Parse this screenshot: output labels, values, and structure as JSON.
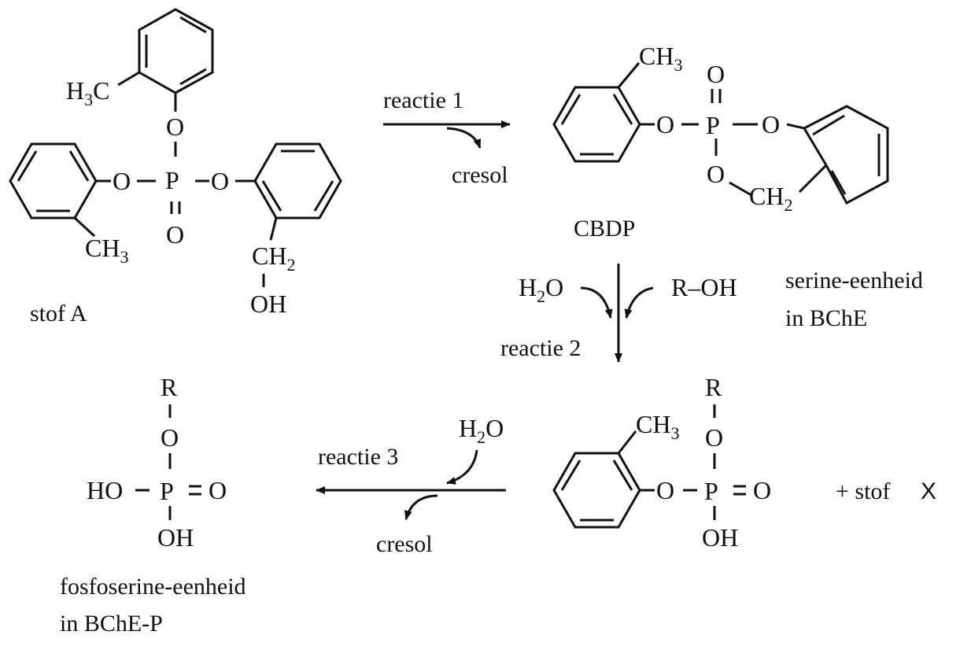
{
  "labels": {
    "stof_a": "stof A",
    "cbdp": "CBDP",
    "serine": "serine-eenheid",
    "in_bche": "in BChE",
    "fosfoserine": "fosfoserine-eenheid",
    "in_bche_p": "in BChE-P",
    "plus_stof": "+ stof",
    "x": "X"
  },
  "reactions": {
    "r1": "reactie 1",
    "r2": "reactie 2",
    "r3": "reactie 3",
    "cresol": "cresol"
  },
  "atoms": {
    "O": "O",
    "P": "P",
    "H": "H",
    "C": "C",
    "R": "R",
    "OH": "OH",
    "HO": "HO",
    "ROH": "R–OH",
    "two": "2",
    "three": "3"
  },
  "colors": {
    "ink": "#111111",
    "background": "#ffffff"
  }
}
